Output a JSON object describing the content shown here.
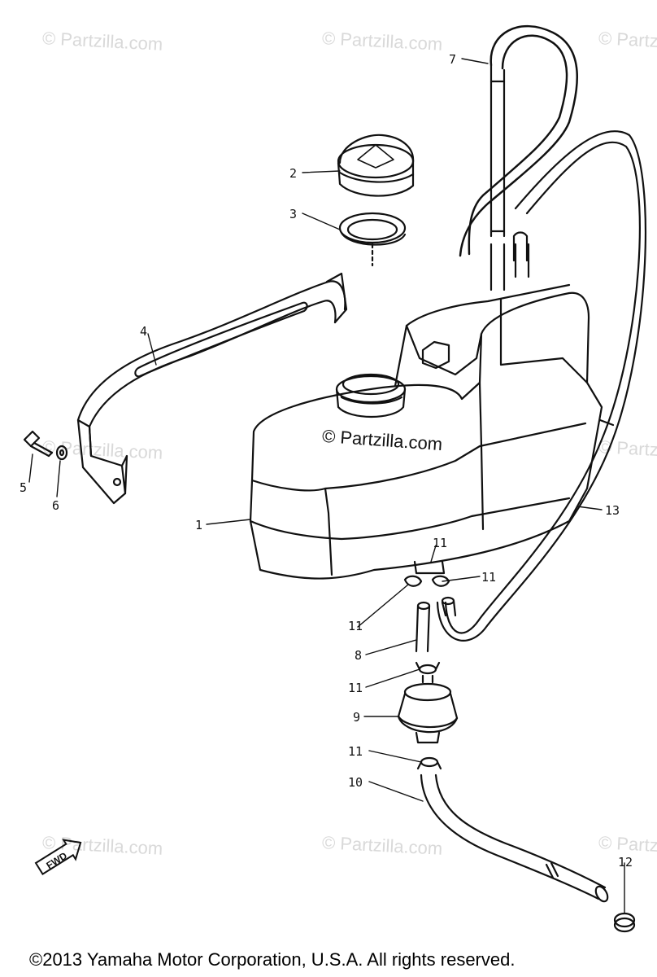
{
  "watermark": "© Partzilla.com",
  "center_watermark": "© Partzilla.com",
  "callouts": {
    "p1": "1",
    "p2": "2",
    "p3": "3",
    "p4": "4",
    "p5": "5",
    "p6": "6",
    "p7": "7",
    "p8": "8",
    "p9": "9",
    "p10": "10",
    "p11": "11",
    "p12": "12",
    "p13": "13"
  },
  "fwd_label": "FWD",
  "footer": "©2013  Yamaha Motor Corporation, U.S.A. All rights reserved.",
  "colors": {
    "ink": "#111111",
    "watermark": "#d9d9d9",
    "background": "#ffffff"
  }
}
